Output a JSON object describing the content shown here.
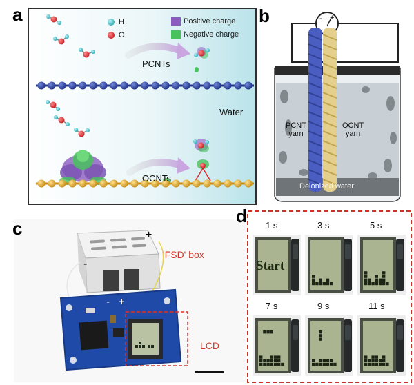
{
  "panel_a": {
    "label": "a",
    "legend": {
      "h": "H",
      "o": "O",
      "positive": "Positive charge",
      "negative": "Negative charge"
    },
    "pcnts": "PCNTs",
    "water": "Water",
    "ocnts": "OCNTs"
  },
  "panel_b": {
    "label": "b",
    "pcnt_yarn": [
      "PCNT",
      "yarn"
    ],
    "ocnt_yarn": [
      "OCNT",
      "yarn"
    ],
    "water_label": "Deionized water",
    "meter_plus": "+",
    "meter_minus": "-"
  },
  "panel_c": {
    "label": "c",
    "plus": "+",
    "minus": "-",
    "fsd_box": "'FSD' box",
    "lcd": "LCD"
  },
  "panel_d": {
    "label": "d",
    "start_text": "Start",
    "times": [
      "1 s",
      "3 s",
      "5 s",
      "7 s",
      "9 s",
      "11 s"
    ]
  },
  "colors": {
    "hydrogen": "#3fc4cf",
    "oxygen": "#d8262a",
    "positive_charge": "#8c5bbf",
    "negative_charge": "#48c25c",
    "pcnt_chain": "#2a3e95",
    "ocnt_chain": "#e0a823",
    "annotation_red": "#d03a2a"
  }
}
